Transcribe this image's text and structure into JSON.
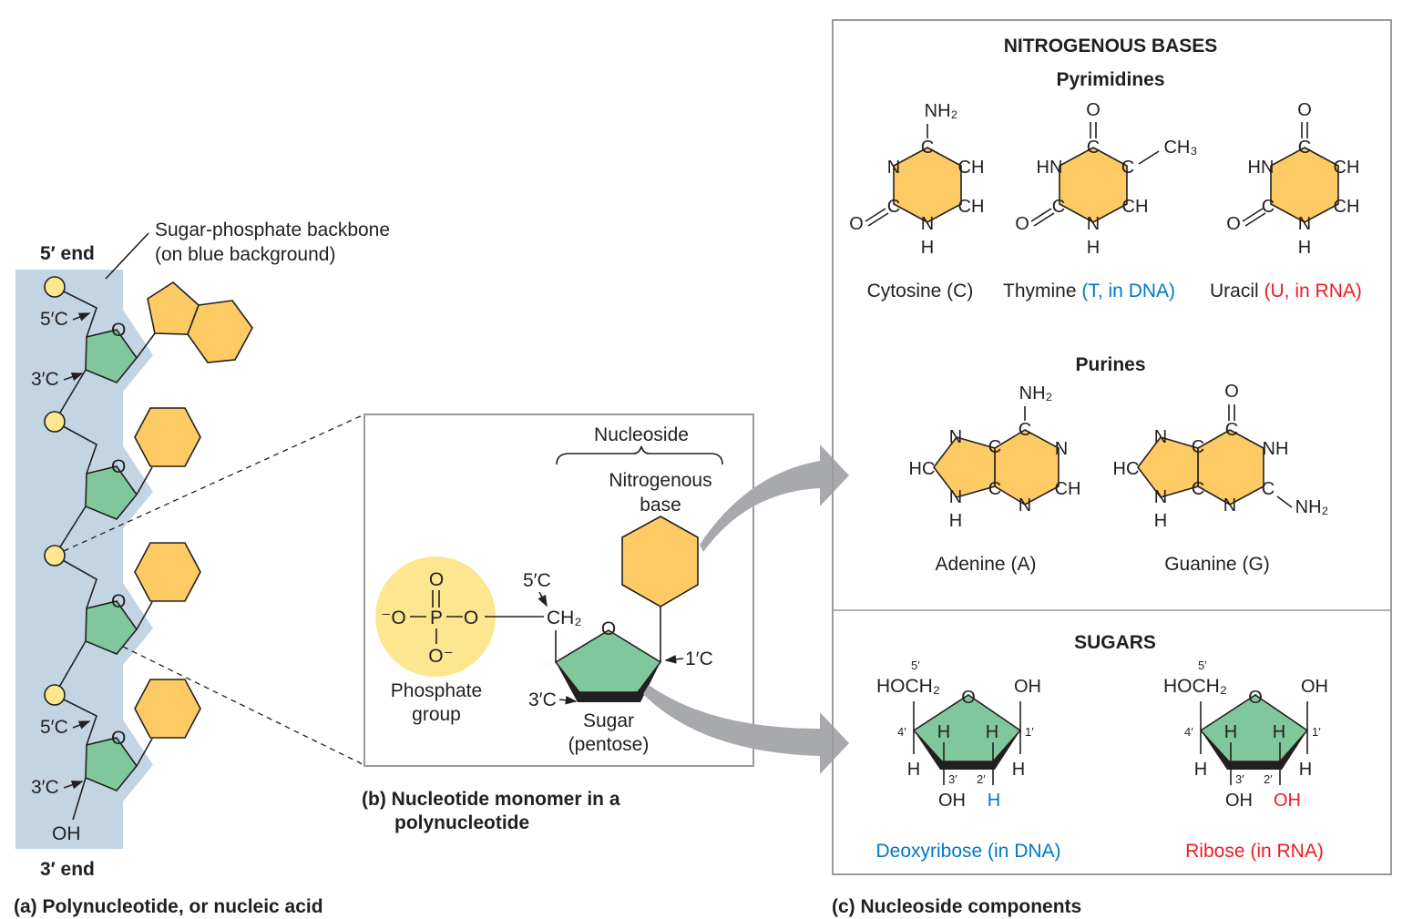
{
  "colors": {
    "backbone_bg": "#c3d5e3",
    "phosphate": "#fce68f",
    "sugar": "#80c89c",
    "base": "#fdca63",
    "arrow": "#a7a9ac",
    "dna_blue": "#0077c8",
    "rna_red": "#ed1c24"
  },
  "panel_a": {
    "five_end": "5′ end",
    "three_end": "3′ end",
    "backbone_label_1": "Sugar-phosphate backbone",
    "backbone_label_2": "(on blue background)",
    "c5": "5′C",
    "c3": "3′C",
    "oh": "OH",
    "ring_o": "O",
    "caption": "(a) Polynucleotide, or nucleic acid"
  },
  "panel_b": {
    "nucleoside": "Nucleoside",
    "nbase_1": "Nitrogenous",
    "nbase_2": "base",
    "phos_o_top": "O",
    "phos_o_left": "⁻O",
    "phos_p": "P",
    "phos_o_right": "O",
    "phos_o_bottom": "O⁻",
    "phosphate_1": "Phosphate",
    "phosphate_2": "group",
    "ch2": "CH₂",
    "c5": "5′C",
    "c1": "1′C",
    "c3": "3′C",
    "ring_o": "O",
    "sugar_1": "Sugar",
    "sugar_2": "(pentose)",
    "caption_1": "(b) Nucleotide monomer in a",
    "caption_2": "polynucleotide"
  },
  "panel_c": {
    "title": "NITROGENOUS BASES",
    "pyrimidines": "Pyrimidines",
    "purines": "Purines",
    "sugars": "SUGARS",
    "cytosine": {
      "atoms": [
        "NH₂",
        "C",
        "N",
        "CH",
        "CH",
        "C",
        "N",
        "H",
        "O"
      ],
      "name": "Cytosine (C)"
    },
    "thymine": {
      "atoms": [
        "O",
        "C",
        "HN",
        "C",
        "CH₃",
        "C",
        "CH",
        "N",
        "H",
        "O"
      ],
      "name": "Thymine ",
      "note": "(T, in DNA)"
    },
    "uracil": {
      "atoms": [
        "O",
        "C",
        "HN",
        "CH",
        "C",
        "CH",
        "N",
        "H",
        "O"
      ],
      "name": "Uracil ",
      "note": "(U, in RNA)"
    },
    "adenine": {
      "atoms": [
        "NH₂",
        "C",
        "N",
        "CH",
        "N",
        "C",
        "C",
        "N",
        "HC",
        "N",
        "H"
      ],
      "name": "Adenine (A)"
    },
    "guanine": {
      "atoms": [
        "O",
        "C",
        "NH",
        "C",
        "NH₂",
        "N",
        "C",
        "C",
        "N",
        "HC",
        "N",
        "H"
      ],
      "name": "Guanine (G)"
    },
    "deoxyribose": {
      "atoms": [
        "5′",
        "HOCH₂",
        "O",
        "OH",
        "4′",
        "1′",
        "H",
        "H",
        "H",
        "H",
        "3′",
        "2′",
        "OH",
        "H"
      ],
      "name": "Deoxyribose (in DNA)"
    },
    "ribose": {
      "atoms": [
        "5′",
        "HOCH₂",
        "O",
        "OH",
        "4′",
        "1′",
        "H",
        "H",
        "H",
        "H",
        "3′",
        "2′",
        "OH",
        "OH"
      ],
      "name": "Ribose (in RNA)"
    },
    "caption": "(c) Nucleoside components"
  }
}
